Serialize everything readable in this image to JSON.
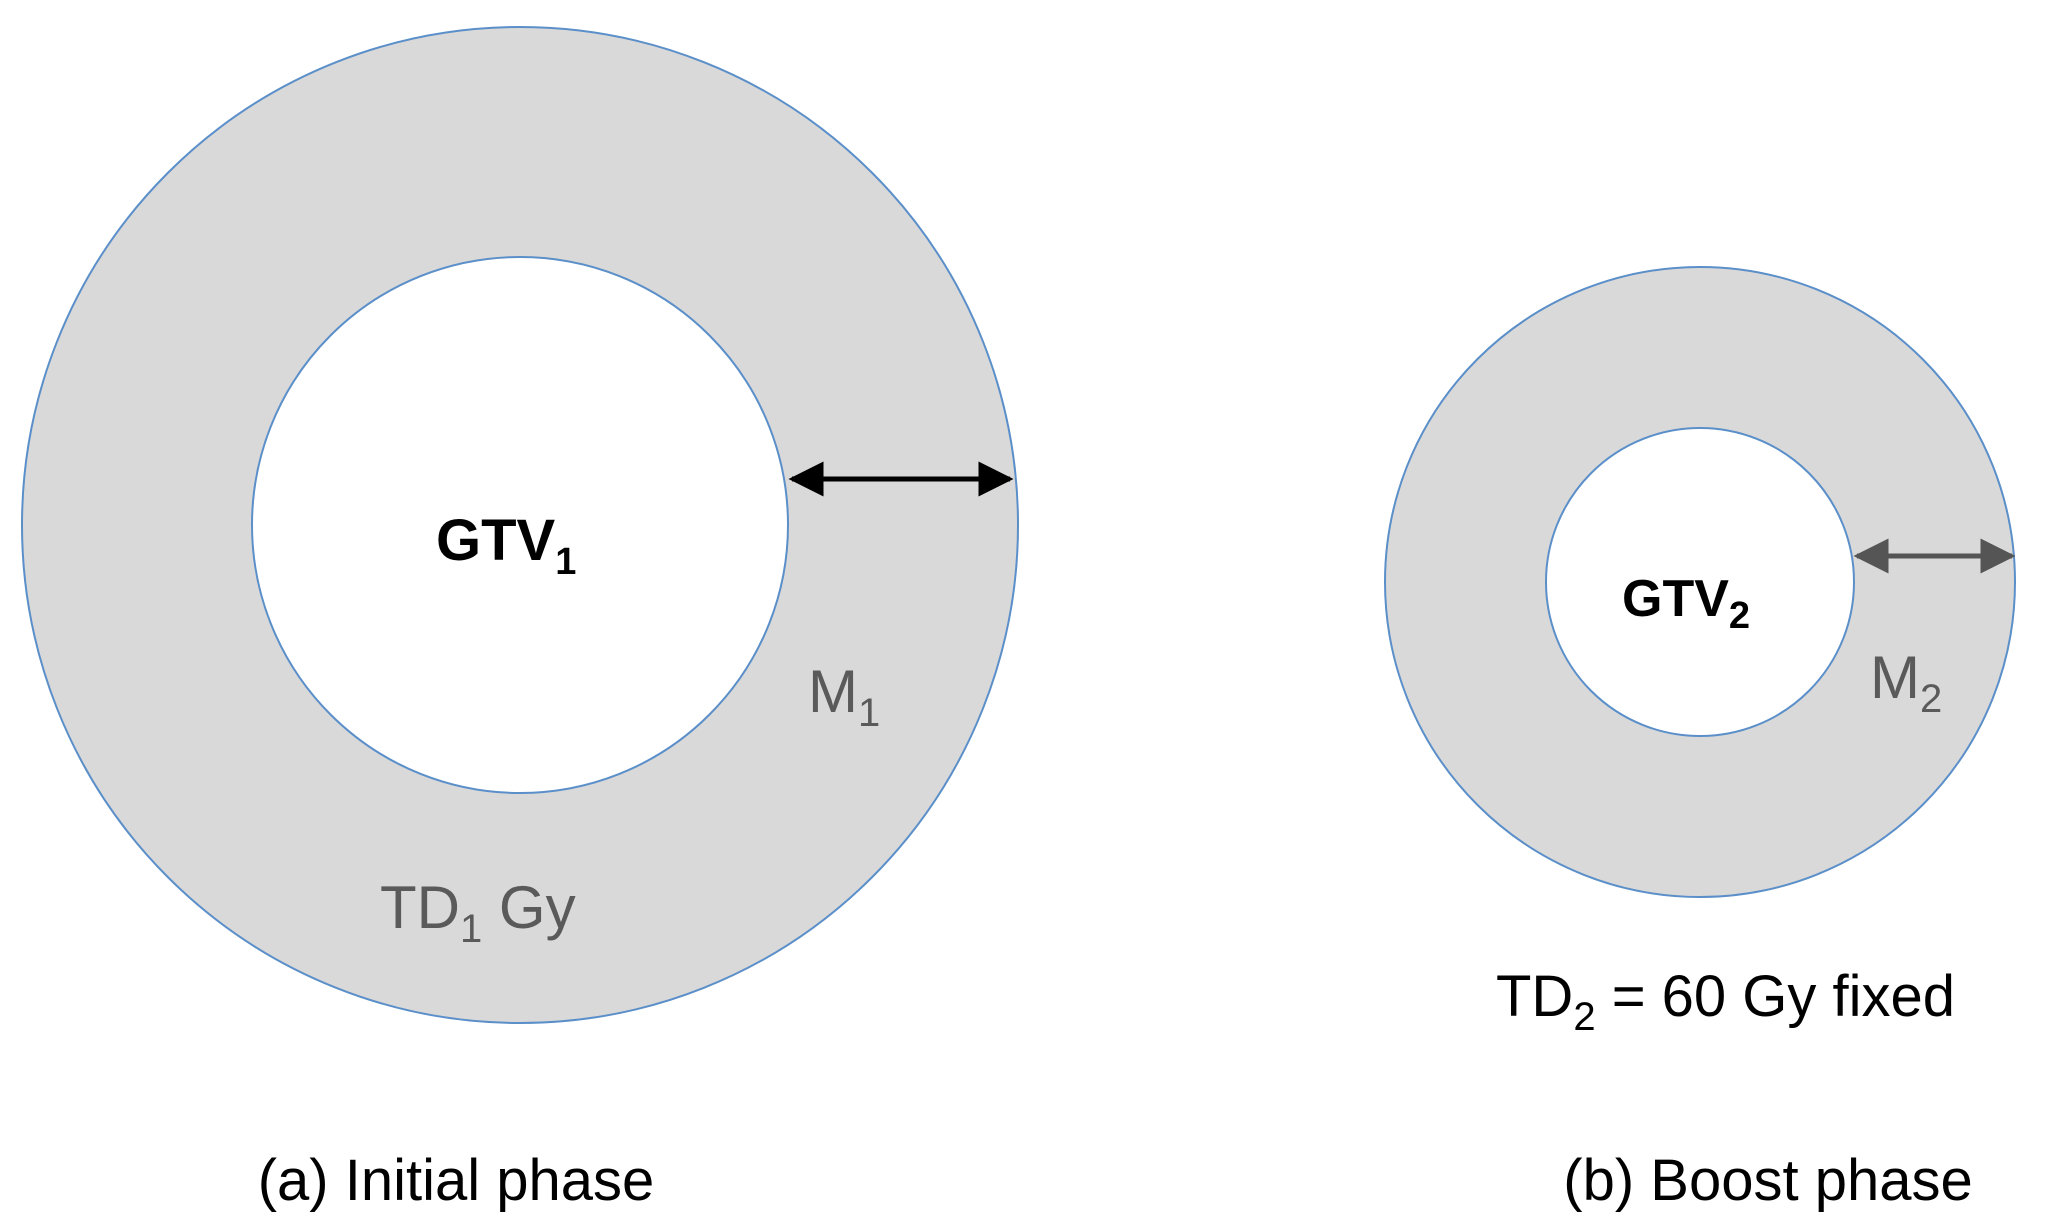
{
  "panel_a": {
    "gtv_main": "GTV",
    "gtv_sub": "1",
    "margin_main": "M",
    "margin_sub": "1",
    "dose_prefix": "TD",
    "dose_sub": "1",
    "dose_suffix": " Gy",
    "caption": "(a) Initial phase",
    "arrow_color": "#000000"
  },
  "panel_b": {
    "gtv_main": "GTV",
    "gtv_sub": "2",
    "margin_main": "M",
    "margin_sub": "2",
    "dose_prefix": "TD",
    "dose_sub": "2",
    "dose_suffix": " = 60 Gy fixed",
    "caption": "(b) Boost phase",
    "arrow_color": "#555555"
  },
  "colors": {
    "ring_fill": "#d9d9d9",
    "ring_stroke": "#5b8fc9",
    "core_fill": "#ffffff",
    "secondary_text": "#5a5a5a"
  }
}
